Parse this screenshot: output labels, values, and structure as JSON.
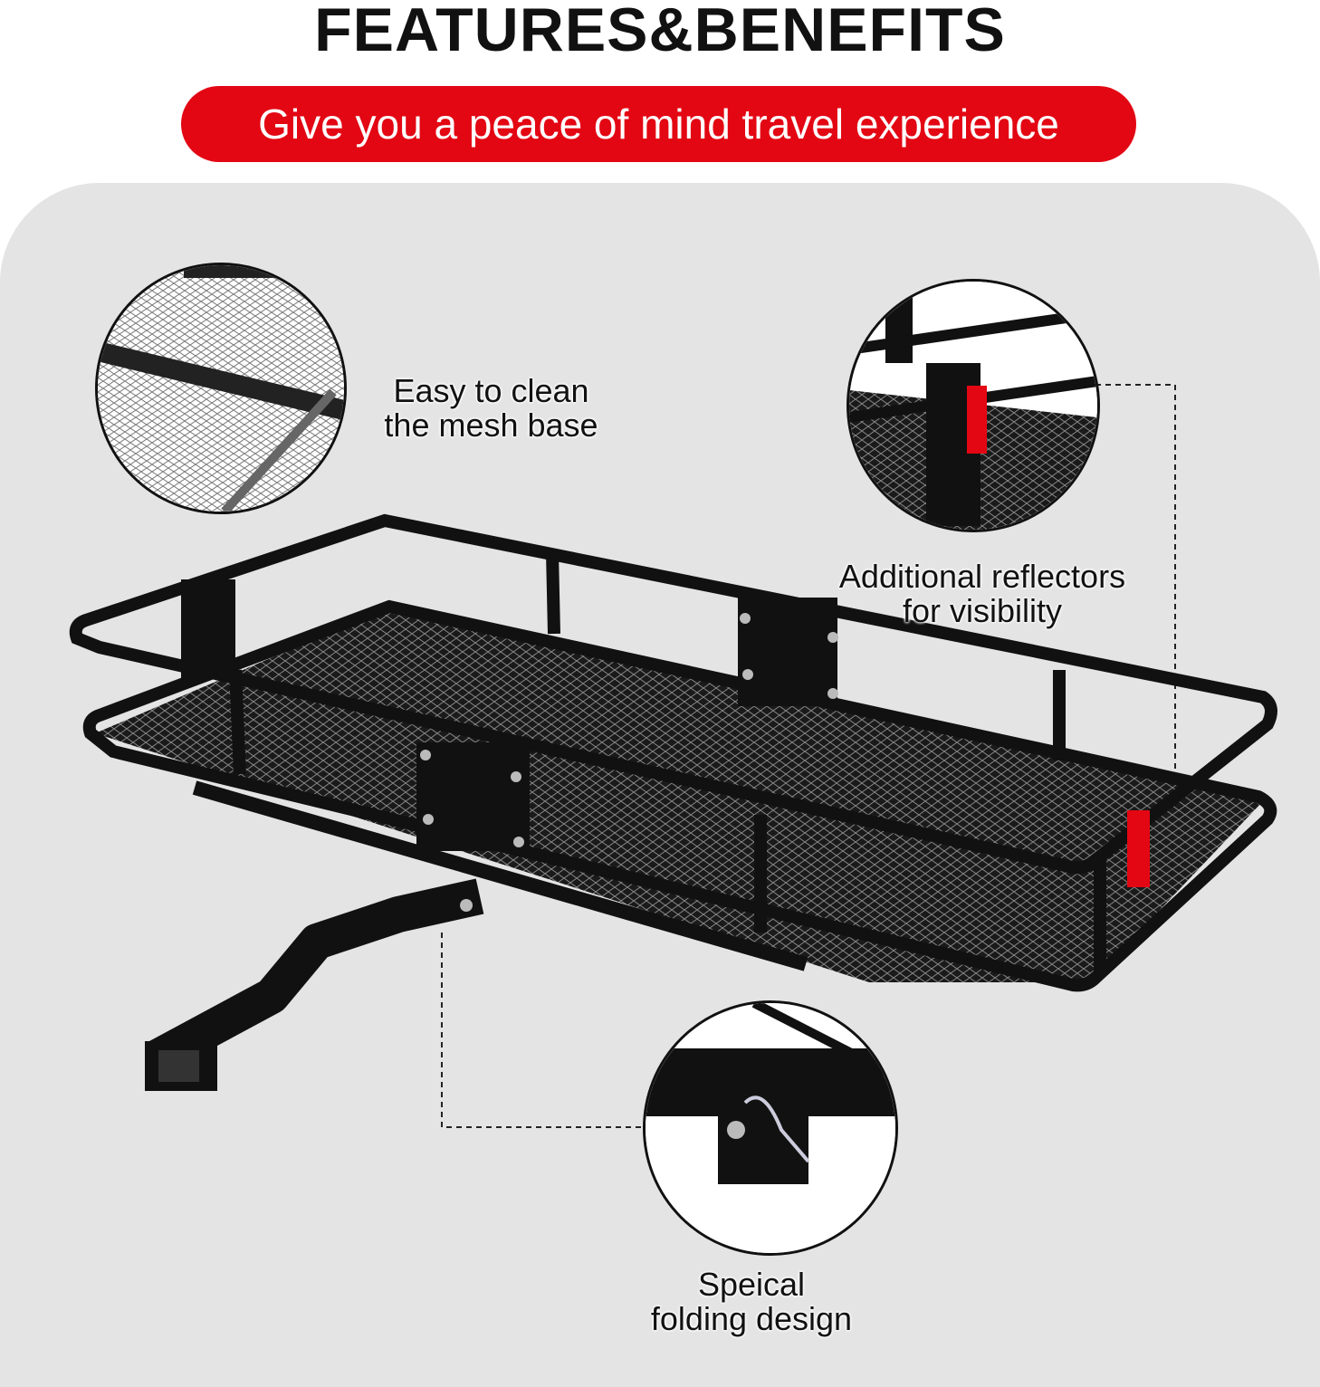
{
  "header": {
    "title": "FEATURES&BENEFITS",
    "subtitle": "Give you a peace of mind travel experience"
  },
  "features": [
    {
      "line1": "Easy to clean",
      "line2": "the mesh base"
    },
    {
      "line1": "Additional reflectors",
      "line2": "for visibility"
    },
    {
      "line1": "Speical",
      "line2": "folding design"
    }
  ],
  "colors": {
    "accent": "#e30613",
    "panel": "#e4e4e4",
    "product": "#111111"
  }
}
